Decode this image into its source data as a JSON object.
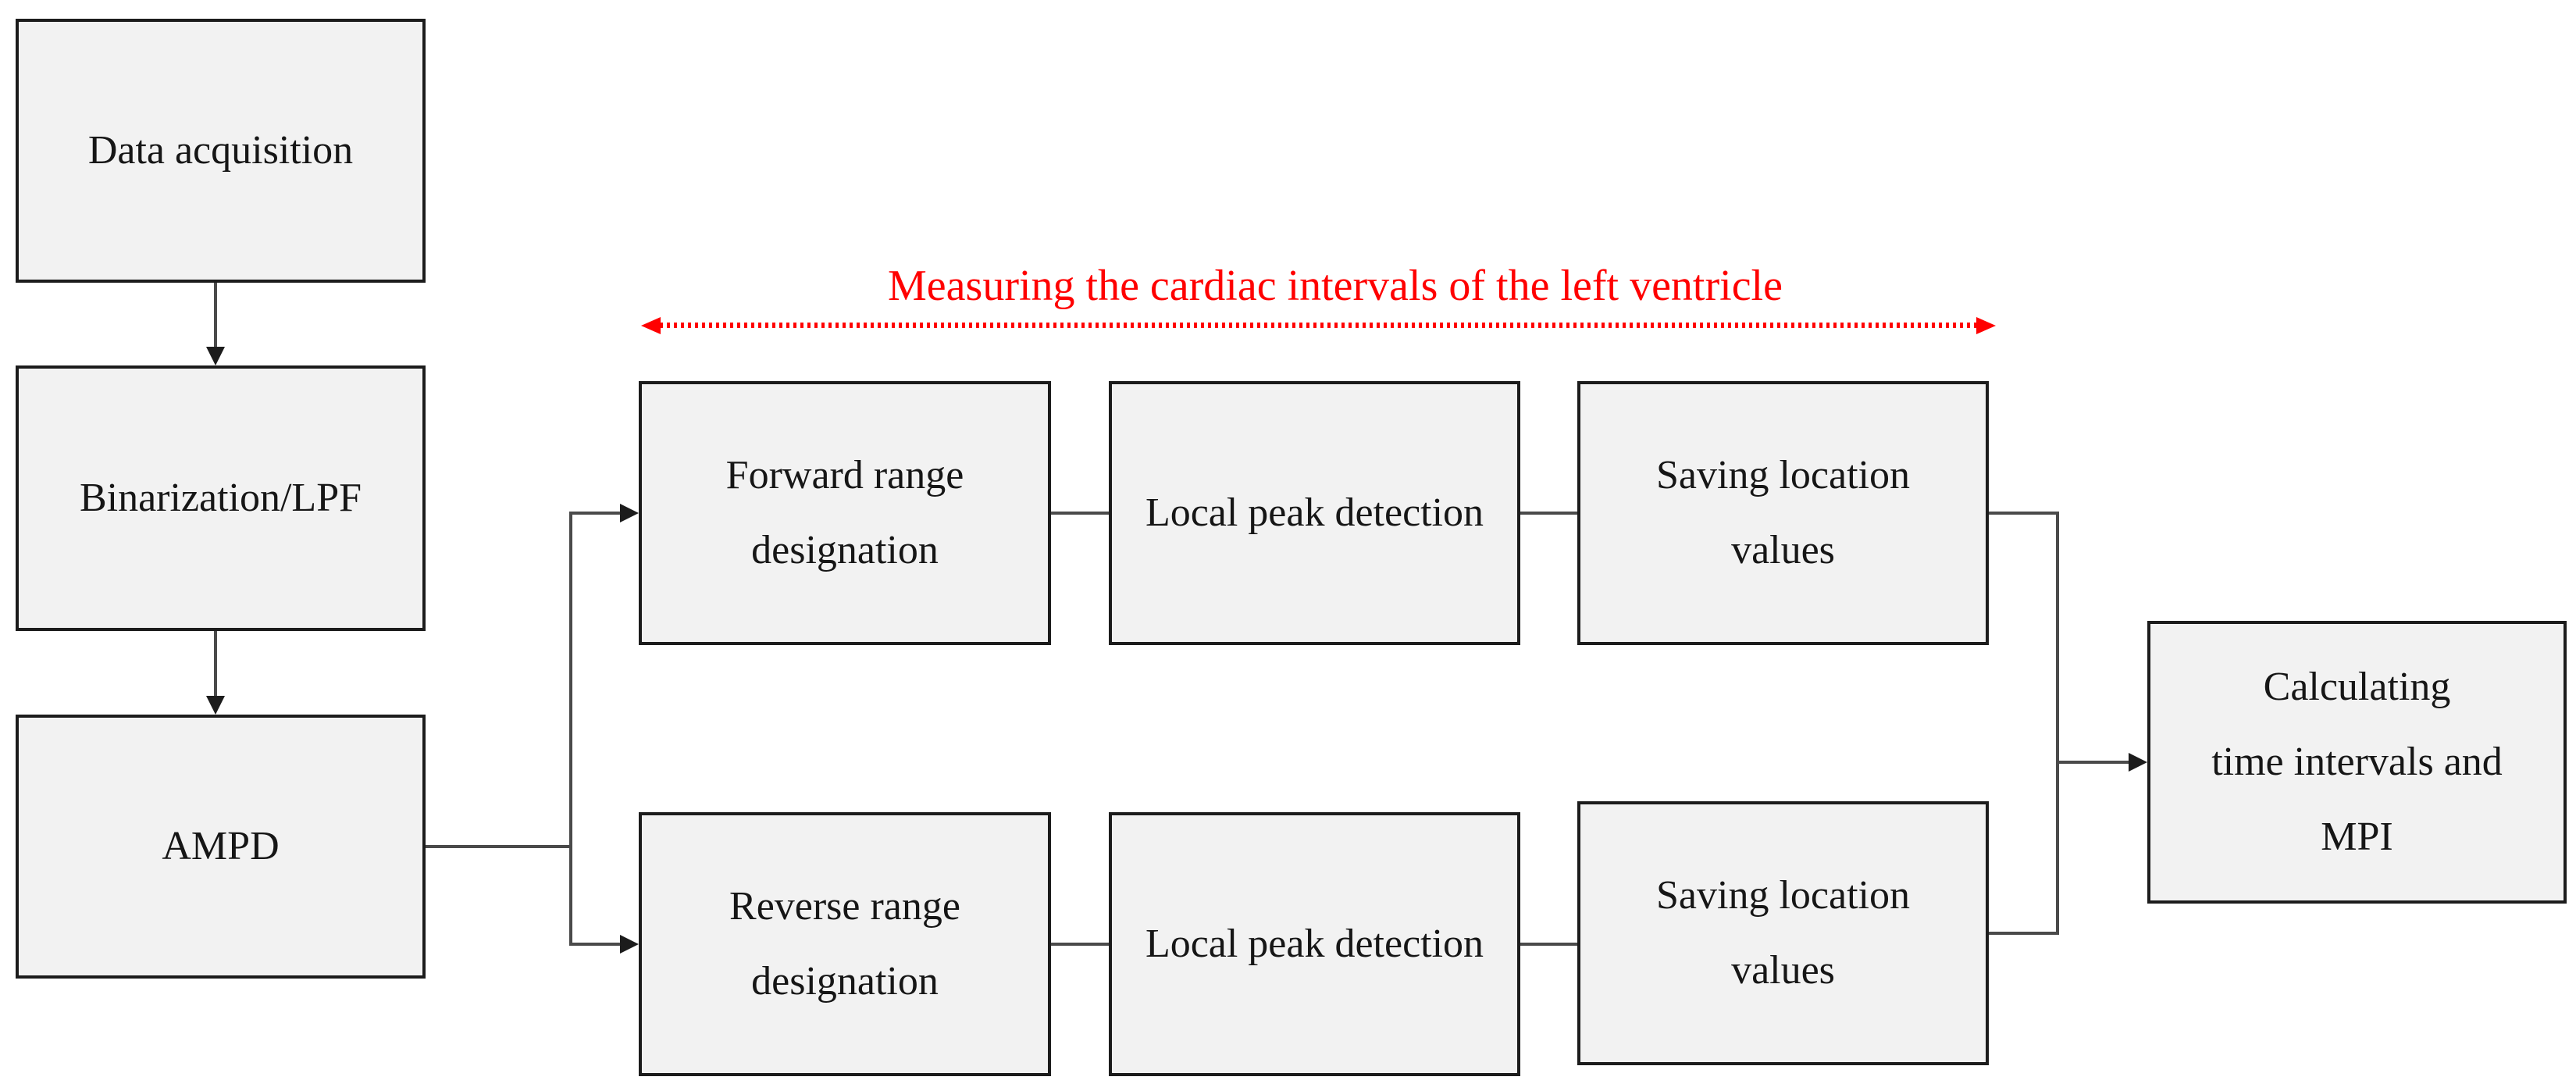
{
  "diagram": {
    "region_annotation": {
      "text": "Measuring the cardiac intervals of the left ventricle",
      "color": "#ff0000"
    },
    "nodes": {
      "data_acquisition": {
        "label": "Data acquisition"
      },
      "binarization": {
        "label": "Binarization/LPF"
      },
      "ampd": {
        "label": "AMPD"
      },
      "forward_range": {
        "lines": [
          "Forward range",
          "designation"
        ]
      },
      "local_peak_top": {
        "label": "Local peak detection"
      },
      "saving_top": {
        "lines": [
          "Saving location",
          "values"
        ]
      },
      "reverse_range": {
        "lines": [
          "Reverse range",
          "designation"
        ]
      },
      "local_peak_bottom": {
        "label": "Local peak detection"
      },
      "saving_bottom": {
        "lines": [
          "Saving location",
          "values"
        ]
      },
      "calculating": {
        "lines": [
          "Calculating",
          "time intervals and",
          "MPI"
        ]
      }
    },
    "colors": {
      "node_fill": "#f2f2f2",
      "node_border": "#1c1c1c",
      "connector": "#4a4a4a",
      "annotation_red": "#ff0000"
    }
  }
}
